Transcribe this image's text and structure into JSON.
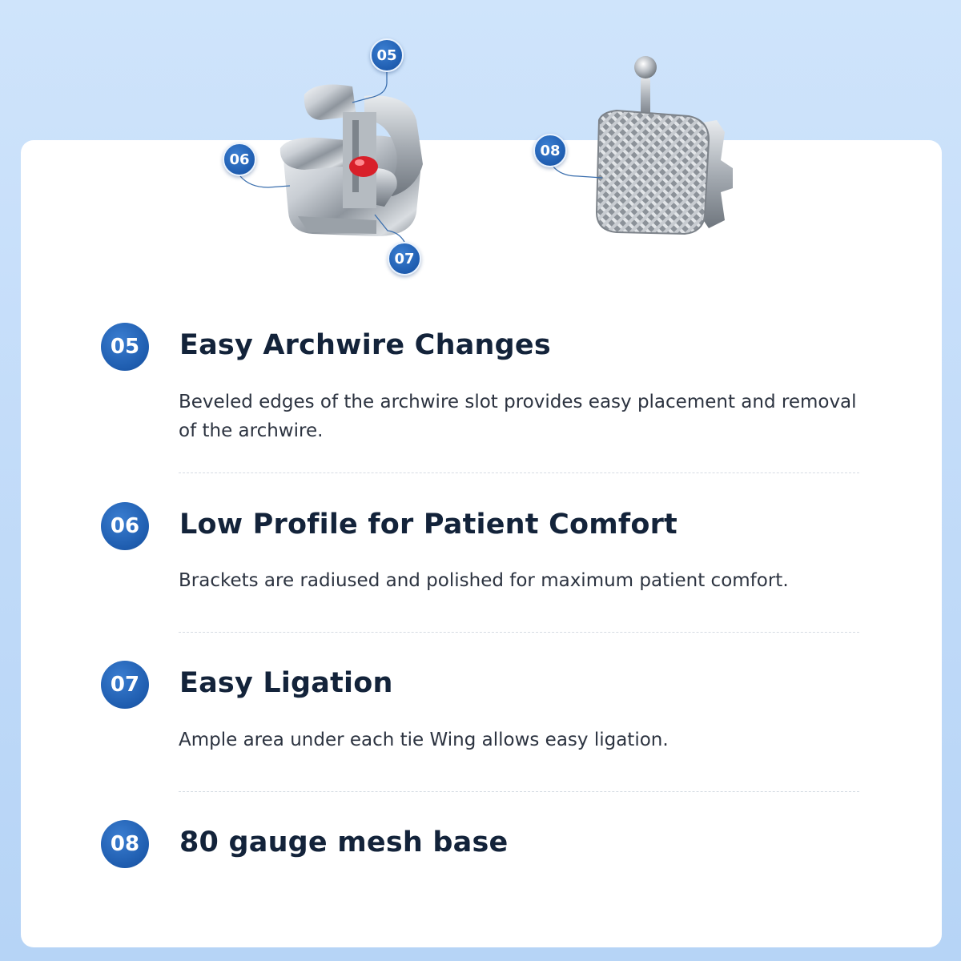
{
  "callouts": [
    {
      "num": "05",
      "icon": "callout-pointer"
    },
    {
      "num": "06",
      "icon": "callout-pointer"
    },
    {
      "num": "07",
      "icon": "callout-pointer"
    },
    {
      "num": "08",
      "icon": "callout-pointer"
    }
  ],
  "features": [
    {
      "num": "05",
      "title": "Easy Archwire Changes",
      "desc": "Beveled edges of the archwire slot provides easy placement and removal of the archwire."
    },
    {
      "num": "06",
      "title": "Low Profile for Patient Comfort",
      "desc": "Brackets are radiused and polished for maximum patient comfort."
    },
    {
      "num": "07",
      "title": "Easy Ligation",
      "desc": "Ample area under each tie Wing allows easy ligation."
    },
    {
      "num": "08",
      "title": "80 gauge mesh base",
      "desc": ""
    }
  ],
  "colors": {
    "badge": "#1f5db0",
    "title": "#13233a",
    "accent_dot": "#d8202a"
  }
}
